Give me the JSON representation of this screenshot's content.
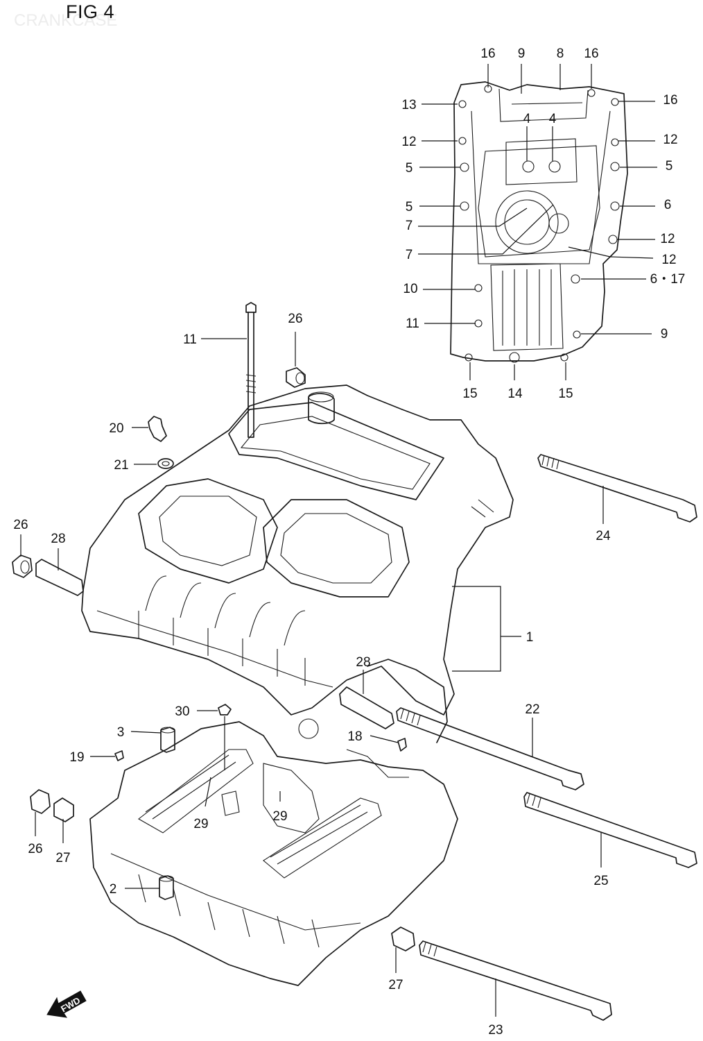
{
  "figure": {
    "title": "FIG 4",
    "subtitle": "CRANKCASE"
  },
  "fwd_label": "FWD",
  "callouts": [
    {
      "id": "c1",
      "text": "16"
    },
    {
      "id": "c2",
      "text": "9"
    },
    {
      "id": "c3",
      "text": "8"
    },
    {
      "id": "c4",
      "text": "16"
    },
    {
      "id": "c5",
      "text": "13"
    },
    {
      "id": "c6",
      "text": "16"
    },
    {
      "id": "c7",
      "text": "4"
    },
    {
      "id": "c8",
      "text": "4"
    },
    {
      "id": "c9",
      "text": "12"
    },
    {
      "id": "c10",
      "text": "12"
    },
    {
      "id": "c11",
      "text": "5"
    },
    {
      "id": "c12",
      "text": "5"
    },
    {
      "id": "c13",
      "text": "5"
    },
    {
      "id": "c14",
      "text": "6"
    },
    {
      "id": "c15",
      "text": "7"
    },
    {
      "id": "c16",
      "text": "12"
    },
    {
      "id": "c17",
      "text": "7"
    },
    {
      "id": "c18",
      "text": "12"
    },
    {
      "id": "c19",
      "text": "10"
    },
    {
      "id": "c20",
      "text": "6・17"
    },
    {
      "id": "c21",
      "text": "11"
    },
    {
      "id": "c22",
      "text": "9"
    },
    {
      "id": "c23",
      "text": "15"
    },
    {
      "id": "c24",
      "text": "14"
    },
    {
      "id": "c25",
      "text": "15"
    },
    {
      "id": "c26",
      "text": "26"
    },
    {
      "id": "c27",
      "text": "11"
    },
    {
      "id": "c28",
      "text": "20"
    },
    {
      "id": "c29",
      "text": "21"
    },
    {
      "id": "c30",
      "text": "24"
    },
    {
      "id": "c31",
      "text": "26"
    },
    {
      "id": "c32",
      "text": "28"
    },
    {
      "id": "c33",
      "text": "1"
    },
    {
      "id": "c34",
      "text": "28"
    },
    {
      "id": "c35",
      "text": "22"
    },
    {
      "id": "c36",
      "text": "30"
    },
    {
      "id": "c37",
      "text": "3"
    },
    {
      "id": "c38",
      "text": "18"
    },
    {
      "id": "c39",
      "text": "19"
    },
    {
      "id": "c40",
      "text": "29"
    },
    {
      "id": "c41",
      "text": "29"
    },
    {
      "id": "c42",
      "text": "26"
    },
    {
      "id": "c43",
      "text": "27"
    },
    {
      "id": "c44",
      "text": "25"
    },
    {
      "id": "c45",
      "text": "2"
    },
    {
      "id": "c46",
      "text": "27"
    },
    {
      "id": "c47",
      "text": "23"
    }
  ]
}
